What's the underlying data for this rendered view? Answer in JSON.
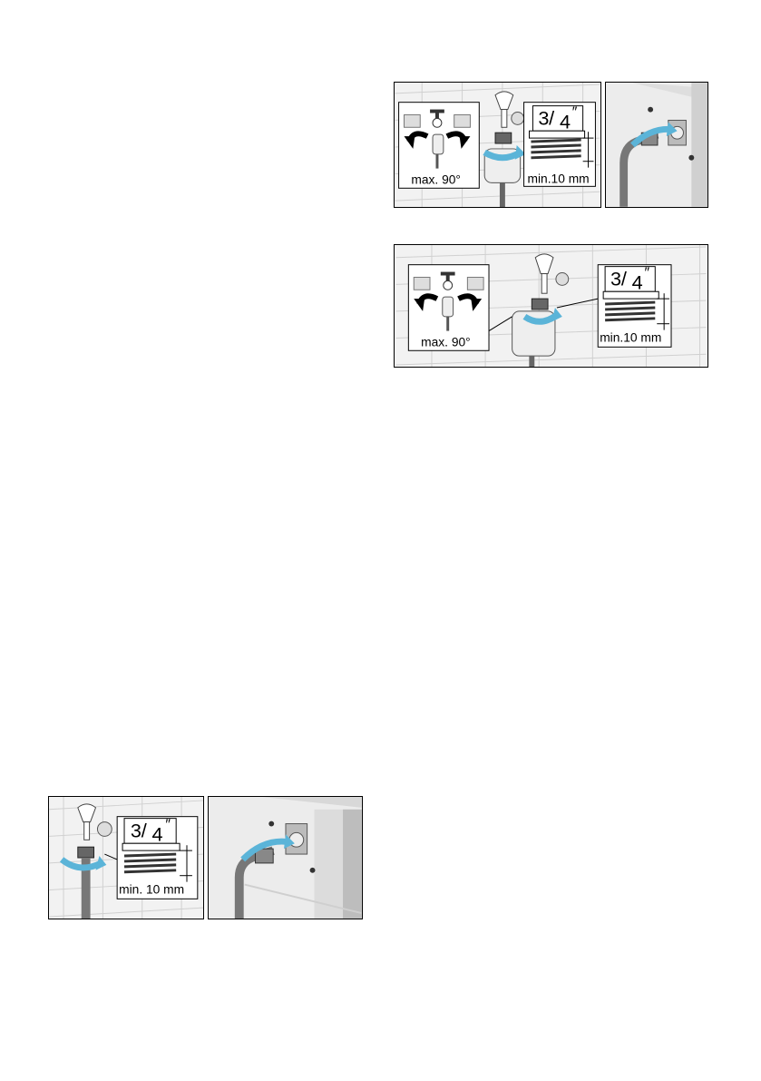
{
  "figures": {
    "fig1": {
      "max_angle": "max. 90°",
      "thread_num": "3",
      "thread_den": "4",
      "thread_unit": "″",
      "min_len": "min.10 mm"
    },
    "fig3": {
      "max_angle": "max. 90°",
      "thread_num": "3",
      "thread_den": "4",
      "thread_unit": "″",
      "min_len": "min.10 mm"
    },
    "fig4": {
      "thread_num": "3",
      "thread_den": "4",
      "thread_unit": "″",
      "min_len": "min. 10 mm"
    }
  },
  "colors": {
    "arrow_blue": "#5bb4d8",
    "tile_bg": "#f2f2f2",
    "tile_line": "#cfcfcf"
  },
  "icons": [
    "tap-icon",
    "valve-icon",
    "hose-icon",
    "thread-icon",
    "rotate-arrow-icon",
    "machine-inlet-icon"
  ]
}
